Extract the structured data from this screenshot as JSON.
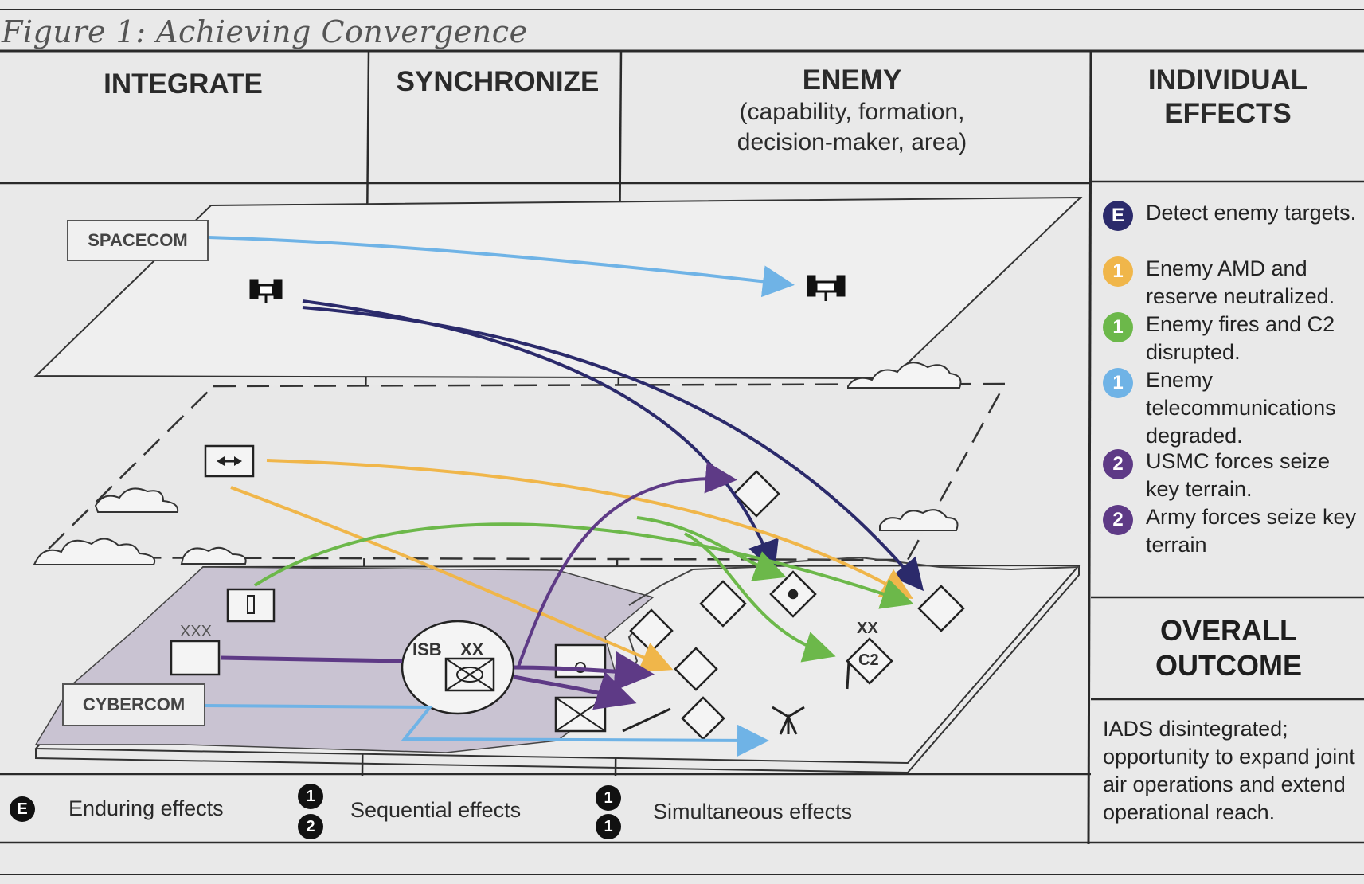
{
  "figure_title": "Figure 1: Achieving Convergence",
  "columns": {
    "integrate": "INTEGRATE",
    "synchronize": "SYNCHRONIZE",
    "enemy": "ENEMY",
    "enemy_sub": "(capability, formation, decision-maker, area)",
    "individual_effects_1": "INDIVIDUAL",
    "individual_effects_2": "EFFECTS"
  },
  "diagram_labels": {
    "spacecom": "SPACECOM",
    "cybercom": "CYBERCOM",
    "xxx": "XXX",
    "isb": "ISB",
    "isb_xx": "XX",
    "enemy_xx": "XX",
    "c2": "C2"
  },
  "individual_effects": [
    {
      "badge": "E",
      "color": "#2b2a6b",
      "text": "Detect enemy targets."
    },
    {
      "badge": "1",
      "color": "#f0b64a",
      "text": "Enemy AMD and reserve neutralized."
    },
    {
      "badge": "1",
      "color": "#6cb84a",
      "text": "Enemy fires and C2 disrupted."
    },
    {
      "badge": "1",
      "color": "#6fb3e6",
      "text": "Enemy telecommunications degraded."
    },
    {
      "badge": "2",
      "color": "#5e3a86",
      "text": "USMC forces seize key terrain."
    },
    {
      "badge": "2",
      "color": "#5e3a86",
      "text": "Army forces seize key terrain"
    }
  ],
  "overall_outcome": {
    "title_1": "OVERALL",
    "title_2": "OUTCOME",
    "text": "IADS disintegrated; opportunity to expand joint air operations and extend operational reach."
  },
  "key": {
    "enduring_badge": "E",
    "enduring": "Enduring effects",
    "sequential_badge_1": "1",
    "sequential_badge_2": "2",
    "sequential": "Sequential effects",
    "simultaneous_badge_1": "1",
    "simultaneous_badge_2": "1",
    "simultaneous": "Simultaneous effects"
  },
  "colors": {
    "dark_blue": "#2b2a6b",
    "orange": "#f0b64a",
    "green": "#6cb84a",
    "light_blue": "#6fb3e6",
    "purple": "#5e3a86",
    "land": "#c9c3d2"
  }
}
